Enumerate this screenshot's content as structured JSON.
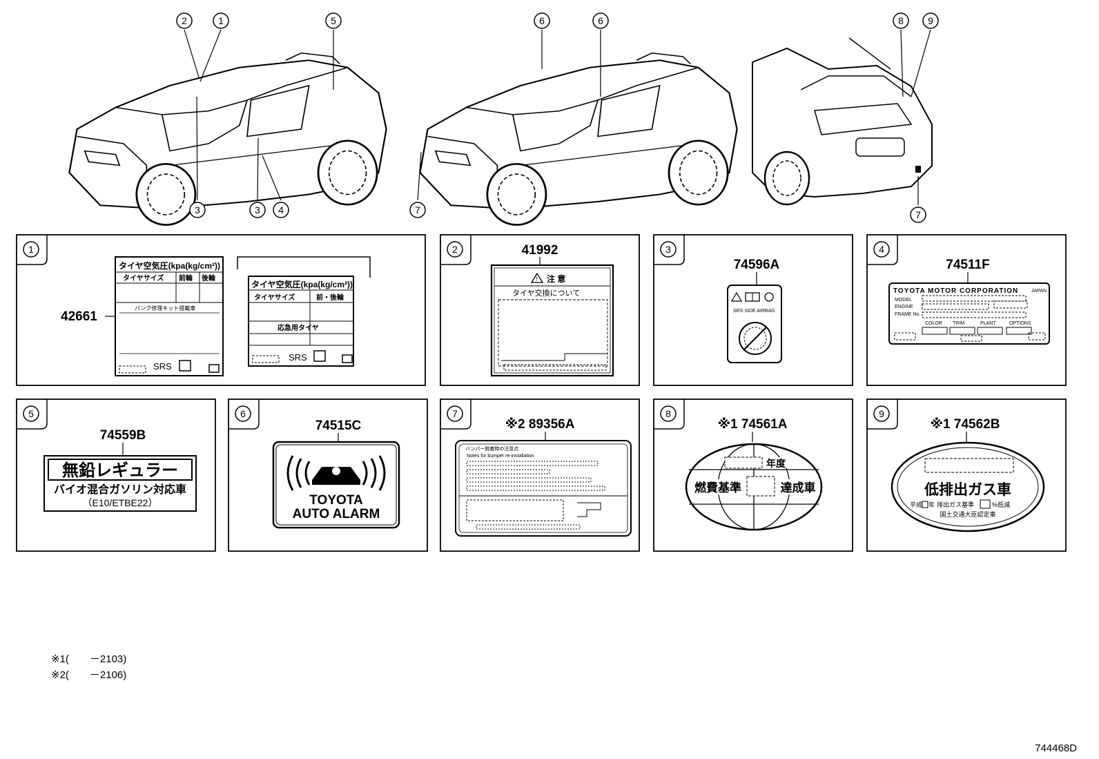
{
  "callouts": {
    "c1": "1",
    "c2": "2",
    "c3": "3",
    "c4": "4",
    "c5": "5",
    "c6": "6",
    "c7": "7",
    "c8": "8",
    "c9": "9"
  },
  "panels": [
    {
      "num": "1",
      "parts": [
        "42661"
      ]
    },
    {
      "num": "2",
      "parts": [
        "41992"
      ]
    },
    {
      "num": "3",
      "parts": [
        "74596A"
      ]
    },
    {
      "num": "4",
      "parts": [
        "74511F"
      ]
    },
    {
      "num": "5",
      "parts": [
        "74559B"
      ]
    },
    {
      "num": "6",
      "parts": [
        "74515C"
      ]
    },
    {
      "num": "7",
      "parts": [
        "※2 89356A"
      ]
    },
    {
      "num": "8",
      "parts": [
        "※1 74561A"
      ]
    },
    {
      "num": "9",
      "parts": [
        "※1 74562B"
      ]
    }
  ],
  "labels": {
    "tire_title": "タイヤ空気圧(kpa(kg/cm²))",
    "tire_size": "タイヤサイズ",
    "front": "前輪",
    "rear": "後輪",
    "front_rear": "前・後輪",
    "puncture_kit": "パンク修理キット搭載車",
    "emergency_tire": "応急用タイヤ",
    "srs": "SRS",
    "caution": "注 意",
    "tire_change": "タイヤ交換について",
    "toyota_motor": "TOYOTA MOTOR CORPORATION",
    "japan": "JAPAN",
    "model": "MODEL",
    "engine": "ENGINE",
    "frame": "FRAME No.",
    "color": "COLOR",
    "trim": "TRIM",
    "plant": "PLANT",
    "options": "OPTIONS",
    "airbag": "SRS SIDE AIRBAG",
    "unleaded": "無鉛レギュラー",
    "bio": "バイオ混合ガソリン対応車",
    "e10": "（E10/ETBE22）",
    "alarm1": "TOYOTA",
    "alarm2": "AUTO ALARM",
    "bumper_jp": "バンパー脱着時の注意点",
    "bumper_en": "Notes for bumper re-installation",
    "nendo": "年度",
    "fuel_std": "燃費基準",
    "achieved": "達成車",
    "low_emission": "低排出ガス車",
    "heisei": "平成",
    "year": "年",
    "emission_std": "排出ガス基準",
    "percent_low": "%低減",
    "mlit": "国土交通大臣認定車"
  },
  "footnotes": {
    "f1": "※1(　　－2103)",
    "f2": "※2(　　－2106)"
  },
  "diagram_id": "744468D"
}
